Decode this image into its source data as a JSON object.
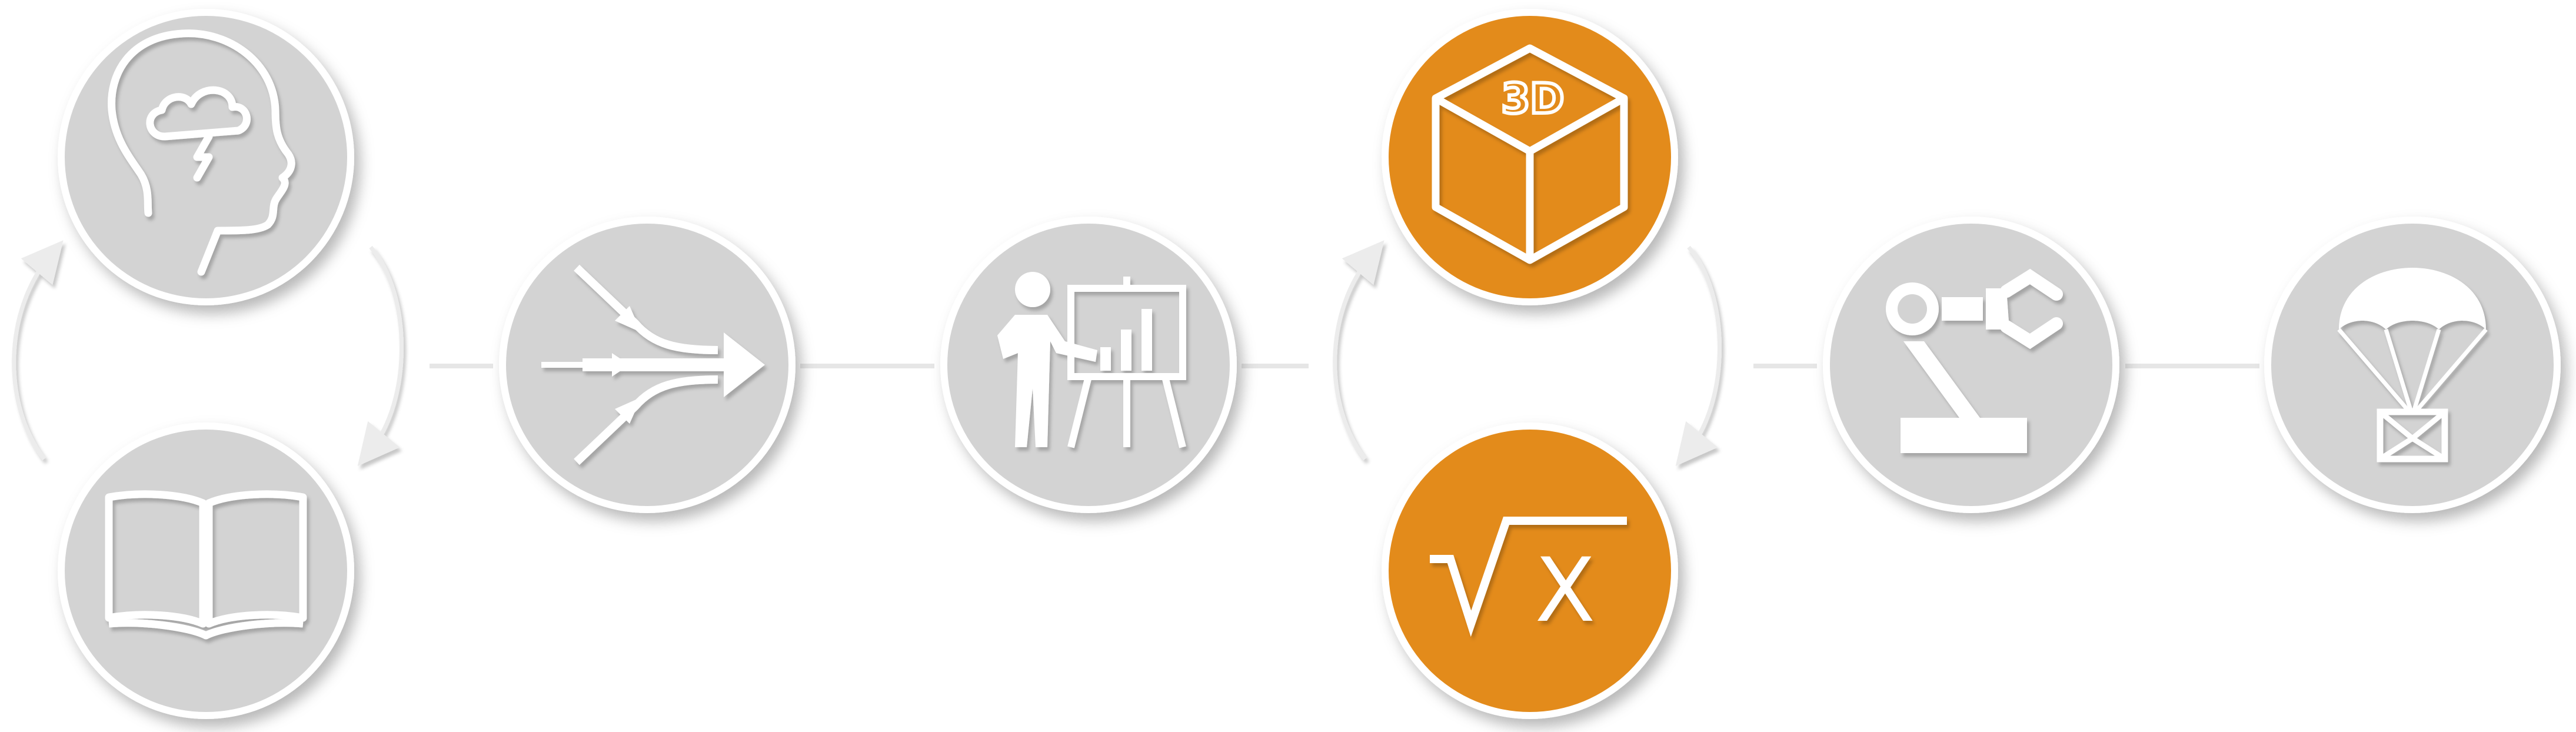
{
  "colors": {
    "background": "#ffffff",
    "circle_gray": "#d3d3d3",
    "circle_orange": "#e38b1b",
    "ring": "#ffffff",
    "connector": "#e9e9e9",
    "icon": "#ffffff"
  },
  "diagram": {
    "nodes": [
      {
        "icon": "brainstorm-head-icon",
        "color": "gray"
      },
      {
        "icon": "open-book-icon",
        "color": "gray"
      },
      {
        "icon": "converging-arrows-icon",
        "color": "gray"
      },
      {
        "icon": "presentation-board-icon",
        "color": "gray"
      },
      {
        "icon": "3d-cube-icon",
        "color": "orange",
        "label": "3D"
      },
      {
        "icon": "square-root-icon",
        "color": "orange",
        "label": "X"
      },
      {
        "icon": "robot-arm-icon",
        "color": "gray"
      },
      {
        "icon": "parachute-package-icon",
        "color": "gray"
      }
    ],
    "cycles": [
      {
        "between": [
          "brainstorm-head-icon",
          "open-book-icon"
        ]
      },
      {
        "between": [
          "3d-cube-icon",
          "square-root-icon"
        ]
      }
    ]
  }
}
